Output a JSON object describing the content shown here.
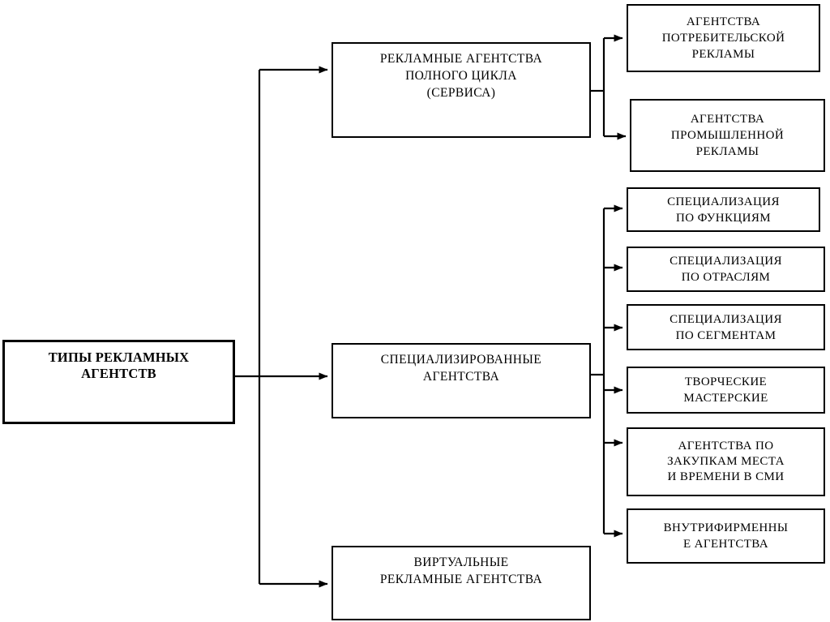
{
  "diagram": {
    "title": "Типы рекламных агентств",
    "colors": {
      "background": "#ffffff",
      "border": "#000000",
      "text": "#000000",
      "connector": "#000000"
    },
    "root": {
      "id": "root",
      "label": "ТИПЫ РЕКЛАМНЫХ\nАГЕНТСТВ"
    },
    "branches": [
      {
        "id": "full-cycle",
        "label": "РЕКЛАМНЫЕ АГЕНТСТВА\nПОЛНОГО ЦИКЛА\n(СЕРВИСА)",
        "children": [
          {
            "id": "consumer-advertising",
            "label": "АГЕНТСТВА\nПОТРЕБИТЕЛЬСКОЙ\nРЕКЛАМЫ"
          },
          {
            "id": "industrial-advertising",
            "label": "АГЕНТСТВА\nПРОМЫШЛЕННОЙ\nРЕКЛАМЫ"
          }
        ]
      },
      {
        "id": "specialized",
        "label": "СПЕЦИАЛИЗИРОВАННЫЕ\nАГЕНТСТВА",
        "children": [
          {
            "id": "spec-by-function",
            "label": "СПЕЦИАЛИЗАЦИЯ\nПО ФУНКЦИЯМ"
          },
          {
            "id": "spec-by-industry",
            "label": "СПЕЦИАЛИЗАЦИЯ\nПО ОТРАСЛЯМ"
          },
          {
            "id": "spec-by-segment",
            "label": "СПЕЦИАЛИЗАЦИЯ\nПО СЕГМЕНТАМ"
          },
          {
            "id": "creative-studios",
            "label": "ТВОРЧЕСКИЕ\nМАСТЕРСКИЕ"
          },
          {
            "id": "media-buying",
            "label": "АГЕНТСТВА ПО\nЗАКУПКАМ МЕСТА\nИ ВРЕМЕНИ В СМИ"
          },
          {
            "id": "in-house",
            "label": "ВНУТРИФИРМЕННЫ\nЕ АГЕНТСТВА"
          }
        ]
      },
      {
        "id": "virtual",
        "label": "ВИРТУАЛЬНЫЕ\nРЕКЛАМНЫЕ АГЕНТСТВА",
        "children": []
      }
    ]
  }
}
